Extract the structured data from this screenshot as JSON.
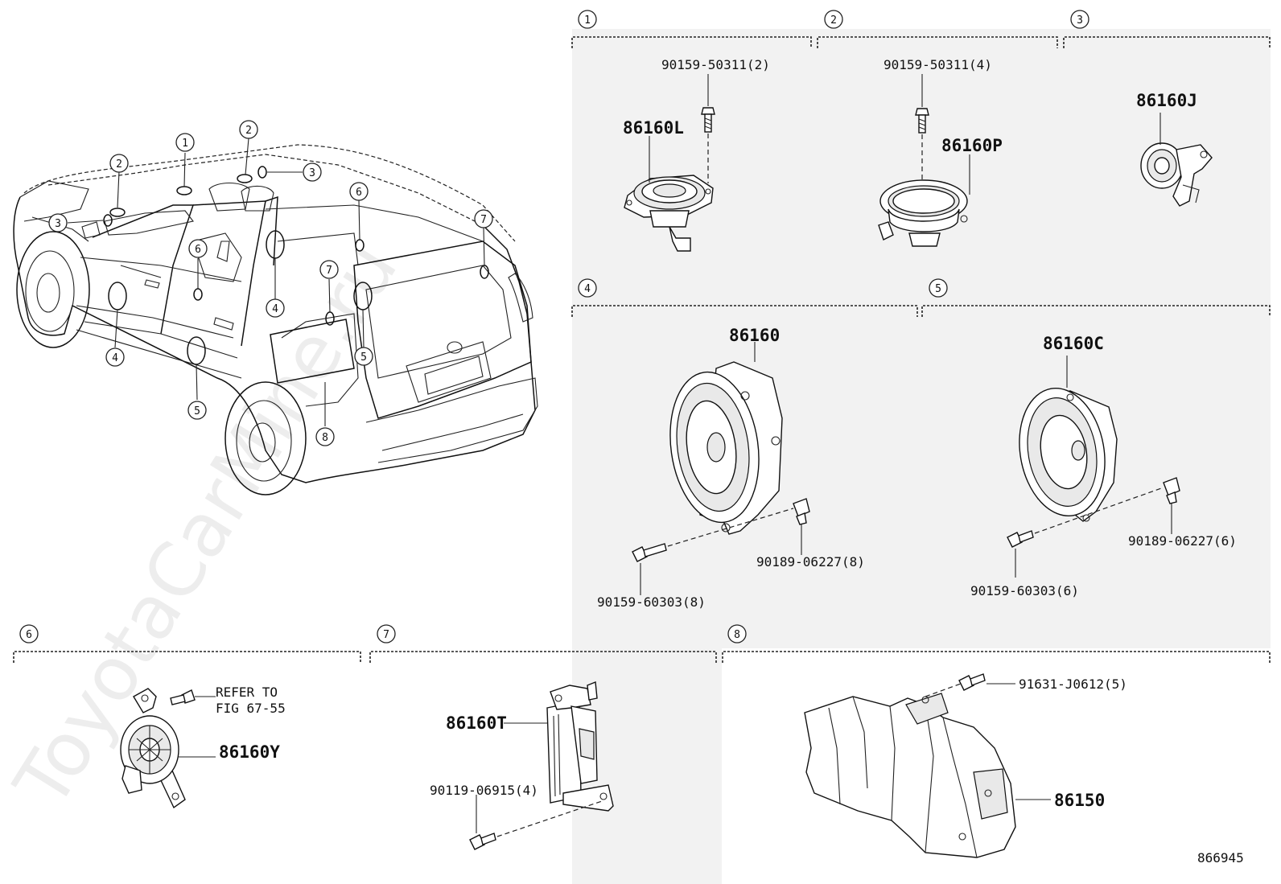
{
  "watermark": "ToyotaCarMine.ru",
  "diagram_id": "866945",
  "callouts": [
    "1",
    "2",
    "3",
    "4",
    "5",
    "6",
    "7",
    "8"
  ],
  "sections": [
    {
      "num": "1",
      "parts": [
        "86160L",
        "90159-50311(2)"
      ]
    },
    {
      "num": "2",
      "parts": [
        "86160P",
        "90159-50311(4)"
      ]
    },
    {
      "num": "3",
      "parts": [
        "86160J"
      ]
    },
    {
      "num": "4",
      "parts": [
        "86160",
        "90189-06227(8)",
        "90159-60303(8)"
      ]
    },
    {
      "num": "5",
      "parts": [
        "86160C",
        "90189-06227(6)",
        "90159-60303(6)"
      ]
    },
    {
      "num": "6",
      "parts": [
        "86160Y"
      ],
      "reference": [
        "REFER TO",
        "FIG 67-55"
      ]
    },
    {
      "num": "7",
      "parts": [
        "86160T",
        "90119-06915(4)"
      ]
    },
    {
      "num": "8",
      "parts": [
        "86150",
        "91631-J0612(5)"
      ]
    }
  ]
}
